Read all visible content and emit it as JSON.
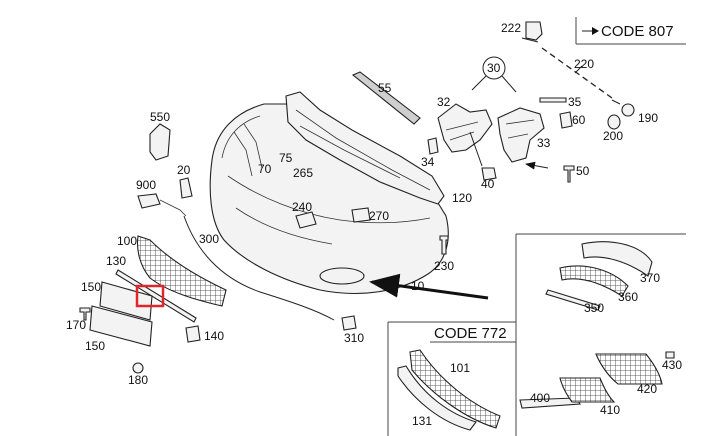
{
  "codes": {
    "code_807": "CODE 807",
    "code_772": "CODE 772"
  },
  "callouts": [
    {
      "id": "222",
      "text": "222"
    },
    {
      "id": "220",
      "text": "220"
    },
    {
      "id": "30",
      "text": "30"
    },
    {
      "id": "55",
      "text": "55"
    },
    {
      "id": "32",
      "text": "32"
    },
    {
      "id": "35",
      "text": "35"
    },
    {
      "id": "190",
      "text": "190"
    },
    {
      "id": "60",
      "text": "60"
    },
    {
      "id": "200",
      "text": "200"
    },
    {
      "id": "550",
      "text": "550"
    },
    {
      "id": "75",
      "text": "75"
    },
    {
      "id": "70",
      "text": "70"
    },
    {
      "id": "34",
      "text": "34"
    },
    {
      "id": "33",
      "text": "33"
    },
    {
      "id": "20",
      "text": "20"
    },
    {
      "id": "265",
      "text": "265"
    },
    {
      "id": "50",
      "text": "50"
    },
    {
      "id": "40",
      "text": "40"
    },
    {
      "id": "900",
      "text": "900"
    },
    {
      "id": "120",
      "text": "120"
    },
    {
      "id": "240",
      "text": "240"
    },
    {
      "id": "270",
      "text": "270"
    },
    {
      "id": "300",
      "text": "300"
    },
    {
      "id": "100",
      "text": "100"
    },
    {
      "id": "230",
      "text": "230"
    },
    {
      "id": "370",
      "text": "370"
    },
    {
      "id": "130",
      "text": "130"
    },
    {
      "id": "10",
      "text": "10"
    },
    {
      "id": "360",
      "text": "360"
    },
    {
      "id": "150a",
      "text": "150"
    },
    {
      "id": "350",
      "text": "350"
    },
    {
      "id": "170",
      "text": "170"
    },
    {
      "id": "140",
      "text": "140"
    },
    {
      "id": "310",
      "text": "310"
    },
    {
      "id": "150b",
      "text": "150"
    },
    {
      "id": "101",
      "text": "101"
    },
    {
      "id": "430",
      "text": "430"
    },
    {
      "id": "180",
      "text": "180"
    },
    {
      "id": "420",
      "text": "420"
    },
    {
      "id": "400",
      "text": "400"
    },
    {
      "id": "410",
      "text": "410"
    },
    {
      "id": "131",
      "text": "131"
    }
  ],
  "highlight": {
    "color": "#e0262d"
  }
}
